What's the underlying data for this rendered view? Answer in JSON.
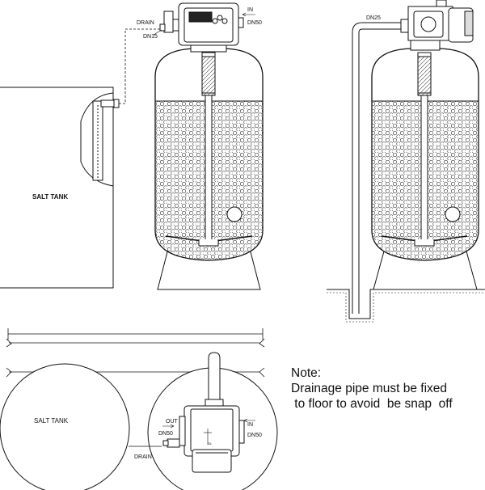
{
  "labels": {
    "drain_top": "DRAIN",
    "dn15": "DN15",
    "in_top": "IN",
    "dn50_top": "DN50",
    "salt_tank_side": "SALT TANK",
    "dn25": "DN25",
    "salt_tank_top": "SALT TANK",
    "out": "OUT",
    "dn50_left": "DN50",
    "in_bottom": "IN",
    "dn50_right": "DN50",
    "drain_bottom": "DRAIN"
  },
  "note": {
    "title": "Note:",
    "line1": "Drainage pipe must be fixed",
    "line2": " to floor to avoid  be snap  off"
  }
}
